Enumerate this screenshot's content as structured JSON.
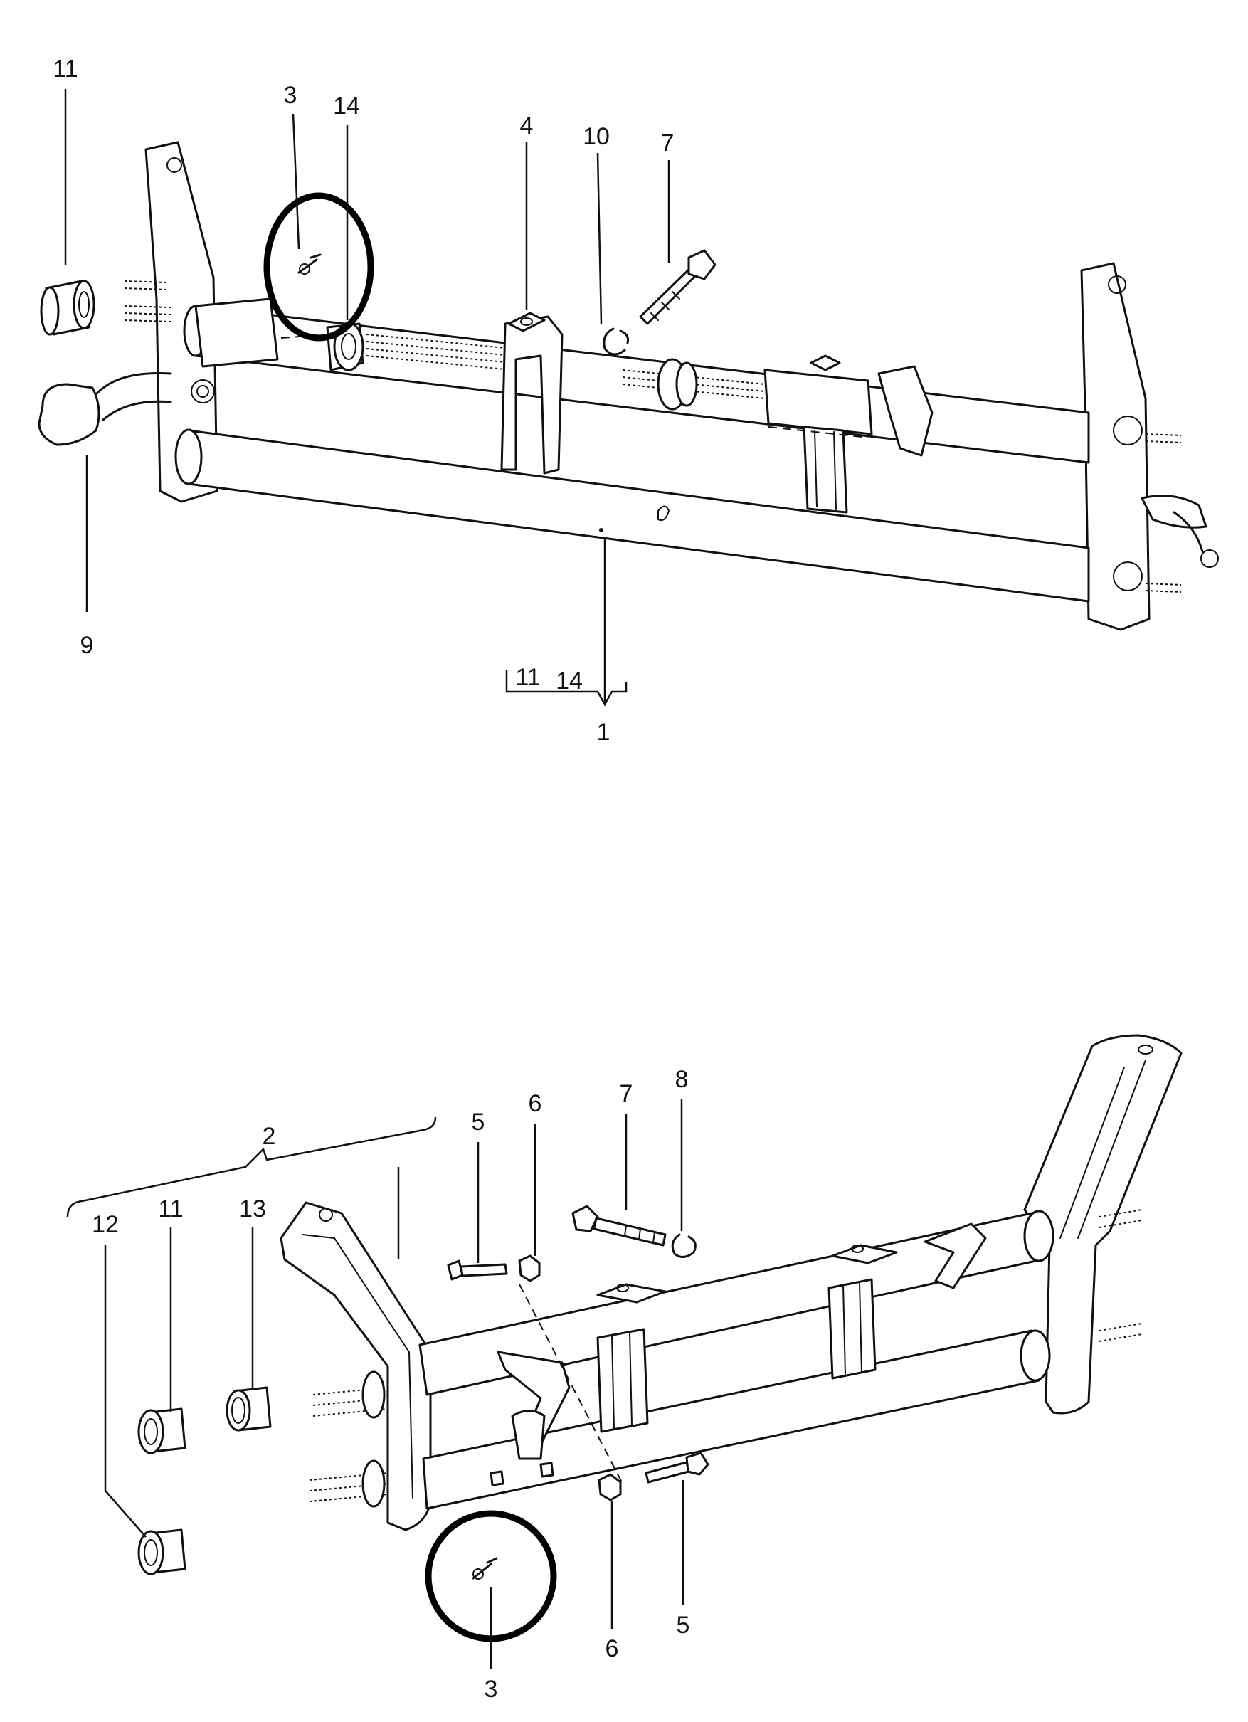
{
  "diagram": {
    "top_assembly": {
      "callouts": [
        "11",
        "3",
        "14",
        "4",
        "10",
        "7",
        "9",
        "11",
        "14",
        "1"
      ]
    },
    "bottom_assembly": {
      "callouts": [
        "2",
        "12",
        "11",
        "13",
        "5",
        "6",
        "7",
        "8",
        "6",
        "5",
        "3"
      ]
    },
    "highlighted_part": "3"
  }
}
